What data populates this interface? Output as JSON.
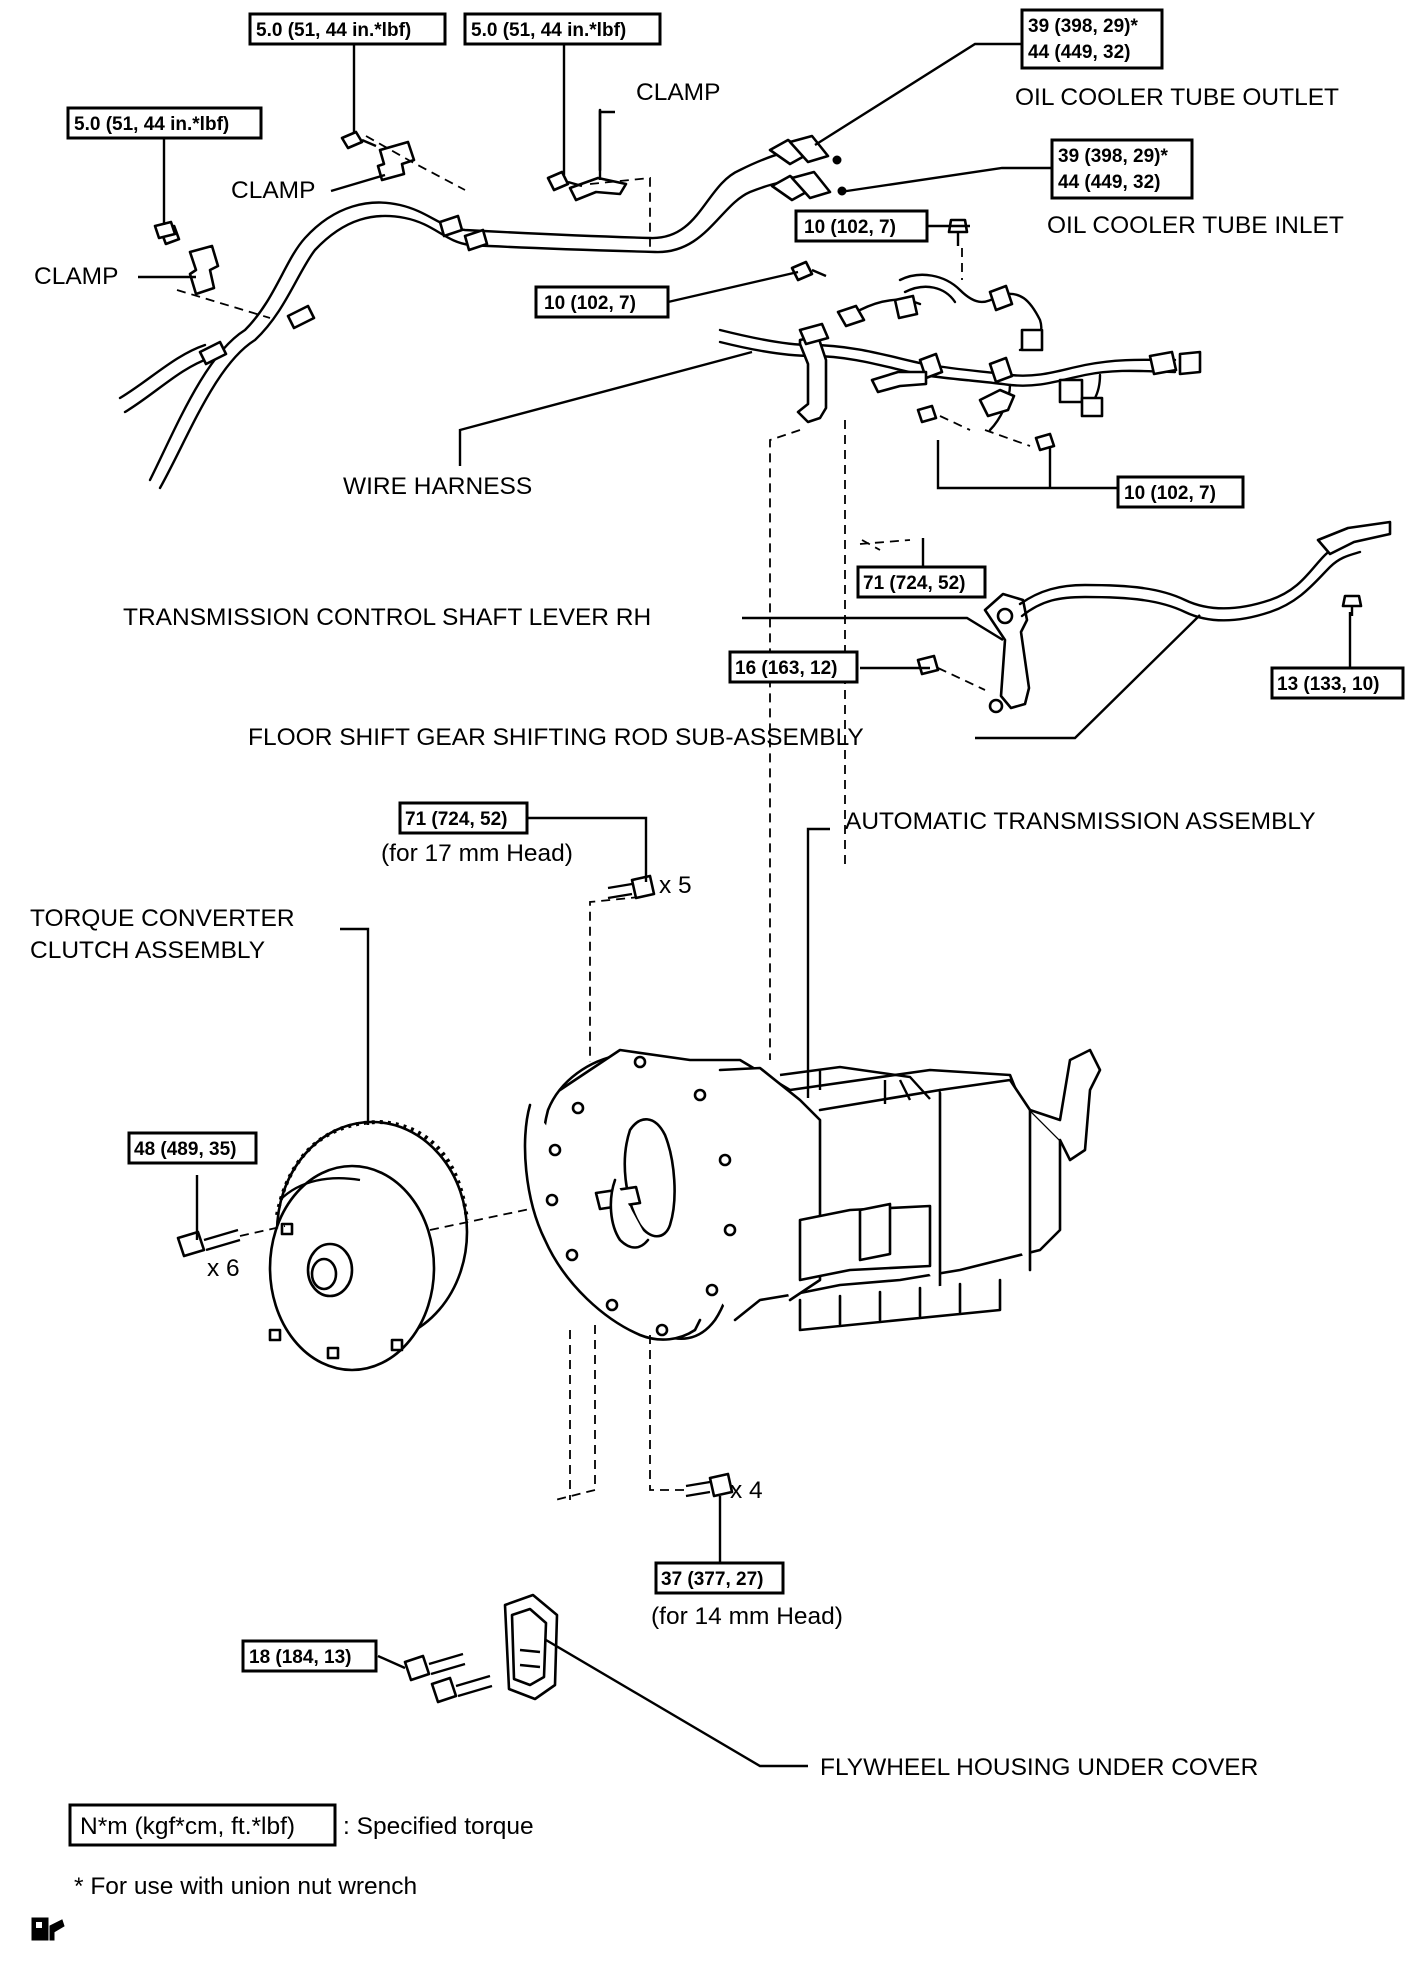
{
  "torque_labels": {
    "clamp_left_bolt": "5.0 (51, 44 in.*lbf)",
    "clamp_mid_bolt": "5.0 (51, 44 in.*lbf)",
    "clamp_right_bolt": "5.0 (51, 44 in.*lbf)",
    "outlet_line1": "39 (398, 29)*",
    "outlet_line2": "44 (449, 32)",
    "inlet_line1": "39 (398, 29)*",
    "inlet_line2": "44 (449, 32)",
    "harness_bolt_top": "10 (102, 7)",
    "harness_bolt_left": "10 (102, 7)",
    "harness_bolt_bottom": "10 (102, 7)",
    "shaft_lever_bolt": "71 (724, 52)",
    "lever_nut": "16 (163, 12)",
    "rod_nut": "13 (133, 10)",
    "housing_bolt_17": "71 (724, 52)",
    "converter_bolt": "48 (489, 35)",
    "housing_bolt_14": "37 (377, 27)",
    "cover_bolt": "18 (184, 13)"
  },
  "part_labels": {
    "clamp_1": "CLAMP",
    "clamp_2": "CLAMP",
    "clamp_3": "CLAMP",
    "oil_cooler_outlet": "OIL COOLER TUBE OUTLET",
    "oil_cooler_inlet": "OIL COOLER TUBE INLET",
    "wire_harness": "WIRE HARNESS",
    "shaft_lever": "TRANSMISSION CONTROL SHAFT LEVER RH",
    "shift_rod": "FLOOR SHIFT GEAR SHIFTING ROD SUB-ASSEMBLY",
    "transmission": "AUTOMATIC TRANSMISSION ASSEMBLY",
    "torque_converter_line1": "TORQUE CONVERTER",
    "torque_converter_line2": "CLUTCH ASSEMBLY",
    "flywheel_cover": "FLYWHEEL HOUSING UNDER COVER"
  },
  "notes": {
    "for_17mm": "(for 17 mm Head)",
    "for_14mm": "(for 14 mm Head)",
    "qty_5": "x 5",
    "qty_6": "x 6",
    "qty_4": "x 4"
  },
  "legend": {
    "unit_box": "N*m (kgf*cm, ft.*lbf)",
    "unit_desc": ": Specified torque",
    "footnote": "* For use with union nut wrench"
  }
}
